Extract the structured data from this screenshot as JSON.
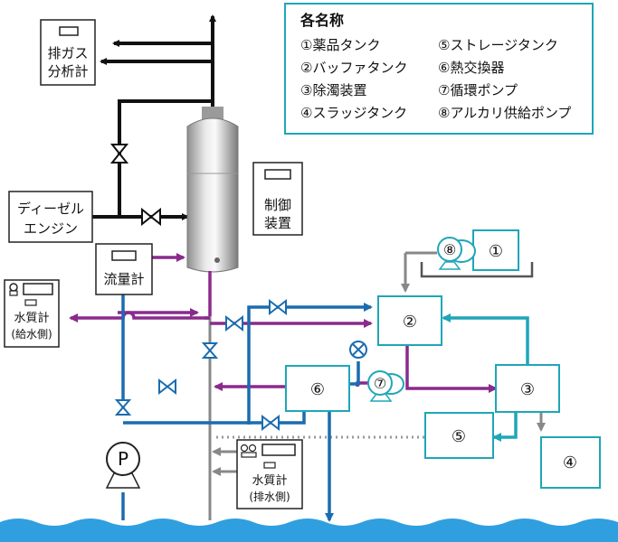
{
  "legend": {
    "title": "各名称",
    "items_left": [
      "①薬品タンク",
      "②バッファタンク",
      "③除濁装置",
      "④スラッジタンク"
    ],
    "items_right": [
      "⑤ストレージタンク",
      "⑥熱交換器",
      "⑦循環ポンプ",
      "⑧アルカリ供給ポンプ"
    ]
  },
  "equipment": {
    "exhaust_analyzer": [
      "排ガス",
      "分析計"
    ],
    "diesel_engine": [
      "ディーゼル",
      "エンジン"
    ],
    "controller": [
      "制御",
      "装置"
    ],
    "flow_meter": "流量計",
    "water_quality_supply": [
      "水質計",
      "(給水側)"
    ],
    "water_quality_discharge": [
      "水質計",
      "(排水側)"
    ],
    "pump_symbol": "P",
    "tank1": "①",
    "tank2": "②",
    "tank3": "③",
    "tank4": "④",
    "tank5": "⑤",
    "exchanger6": "⑥",
    "pump7": "⑦",
    "pump8": "⑧"
  },
  "colors": {
    "black": "#111111",
    "purple": "#8a2a8c",
    "blue": "#1a6cb0",
    "cyan": "#1fa6b8",
    "gray": "#888888",
    "dotted_gray": "#9a9a9a",
    "box_border": "#1fa6b8",
    "box_fill": "#ffffff",
    "sea": "#2f9fe0"
  }
}
